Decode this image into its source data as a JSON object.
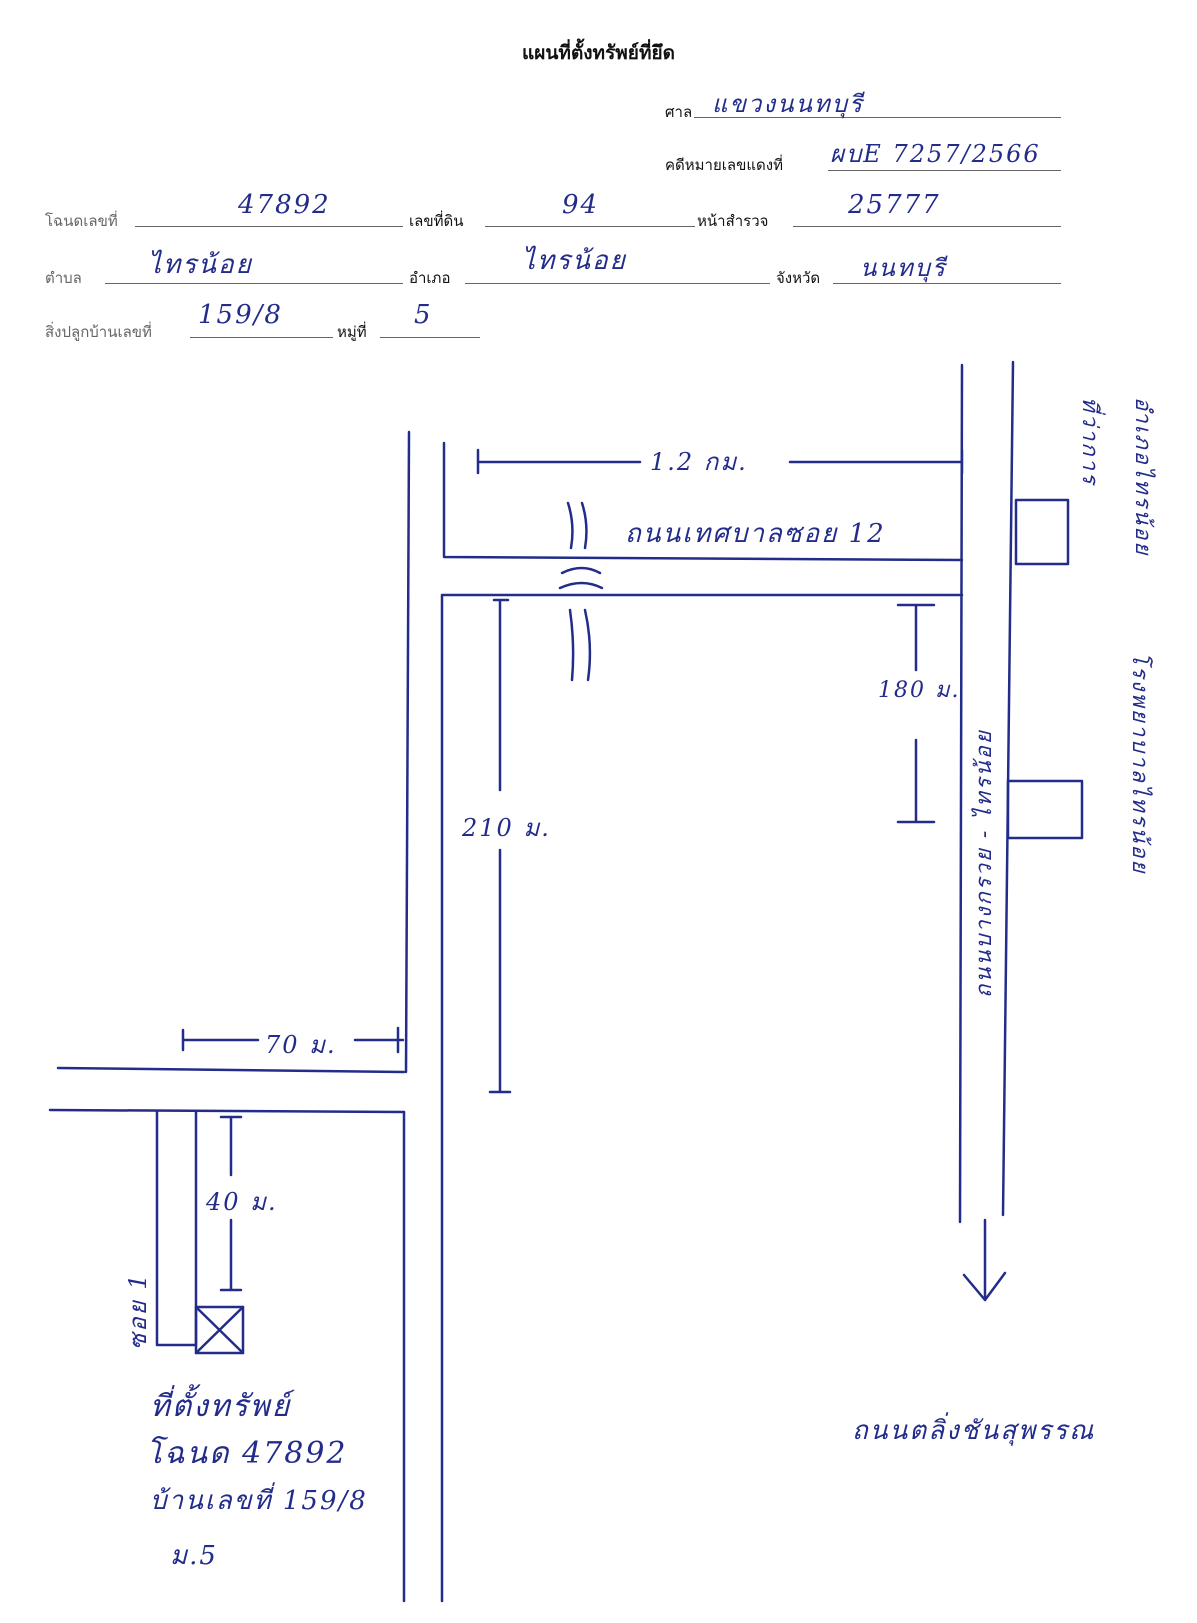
{
  "header": {
    "title": "แผนที่ตั้งทรัพย์ที่ยึด"
  },
  "form": {
    "court": {
      "label": "ศาล",
      "value": "แขวงนนทบุรี"
    },
    "case_number": {
      "label": "คดีหมายเลขแดงที่",
      "value": "ผบE 7257/2566"
    },
    "deed_number": {
      "label": "โฉนดเลขที่",
      "value": "47892"
    },
    "land_number": {
      "label": "เลขที่ดิน",
      "value": "94"
    },
    "survey_page": {
      "label": "หน้าสำรวจ",
      "value": "25777"
    },
    "subdistrict": {
      "label": "ตำบล",
      "value": "ไทรน้อย"
    },
    "district": {
      "label": "อำเภอ",
      "value": "ไทรน้อย"
    },
    "province": {
      "label": "จังหวัด",
      "value": "นนทบุรี"
    },
    "house_number": {
      "label": "สิ่งปลูกบ้านเลขที่",
      "value": "159/8"
    },
    "village_number": {
      "label": "หมู่ที่",
      "value": "5"
    }
  },
  "map": {
    "dist_top": "1.2 กม.",
    "road_soi12": "ถนนเทศบาลซอย 12",
    "dist_180": "180 ม.",
    "dist_210": "210 ม.",
    "dist_70": "70 ม.",
    "dist_40": "40 ม.",
    "soi1": "ซอย 1",
    "main_road": "ถนนบางกรวย - ไทรน้อย",
    "landmark_top": "อำเภอไทรน้อย",
    "landmark_top_sub": "ที่ว่าการ",
    "landmark_mid": "โรงพยาบาลไทรน้อย",
    "road_bottom": "ถนนตลิ่งชันสุพรรณ",
    "property_label_1": "ที่ตั้งทรัพย์",
    "property_label_2": "โฉนด 47892",
    "property_label_3": "บ้านเลขที่ 159/8",
    "property_label_4": "ม.5"
  }
}
